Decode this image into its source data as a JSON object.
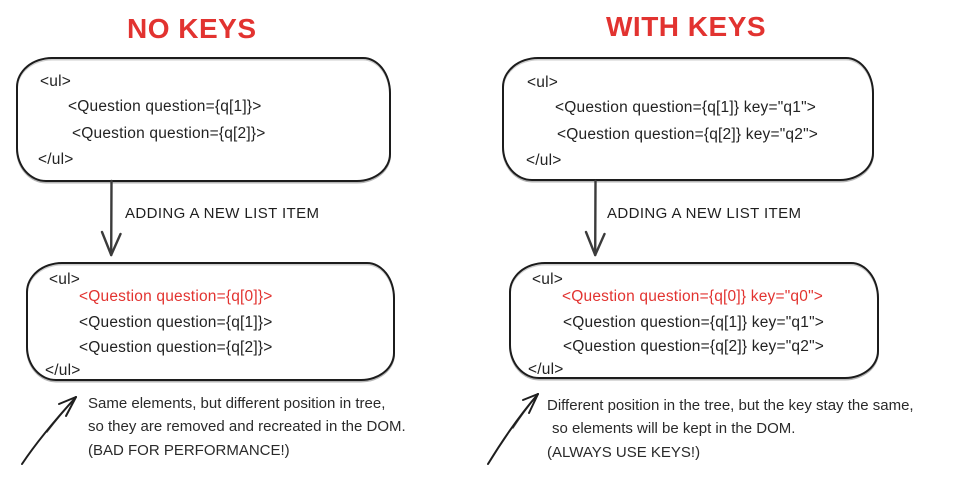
{
  "colors": {
    "accent_red": "#e23330",
    "ink": "#222222"
  },
  "no_keys": {
    "title": "NO KEYS",
    "before_box": {
      "line1": "<ul>",
      "line2": "<Question question={q[1]}>",
      "line3": "<Question question={q[2]}>",
      "line4": "</ul>"
    },
    "arrow_label": "ADDING A NEW LIST ITEM",
    "after_box": {
      "line1": "<ul>",
      "line2": "<Question question={q[0]}>",
      "line3": "<Question question={q[1]}>",
      "line4": "<Question question={q[2]}>",
      "line5": "</ul>"
    },
    "note_line1": "Same elements, but different position in tree,",
    "note_line2": "so they are removed and recreated in the DOM.",
    "note_line3": "(BAD FOR PERFORMANCE!)"
  },
  "with_keys": {
    "title": "WITH KEYS",
    "before_box": {
      "line1": "<ul>",
      "line2": "<Question question={q[1]} key=\"q1\">",
      "line3": "<Question question={q[2]} key=\"q2\">",
      "line4": "</ul>"
    },
    "arrow_label": "ADDING A NEW LIST ITEM",
    "after_box": {
      "line1": "<ul>",
      "line2": "<Question question={q[0]} key=\"q0\">",
      "line3": "<Question question={q[1]} key=\"q1\">",
      "line4": "<Question question={q[2]} key=\"q2\">",
      "line5": "</ul>"
    },
    "note_line1": "Different position in the tree, but the key stay the same,",
    "note_line2": "so elements will be kept in the DOM.",
    "note_line3": "(ALWAYS USE KEYS!)"
  }
}
